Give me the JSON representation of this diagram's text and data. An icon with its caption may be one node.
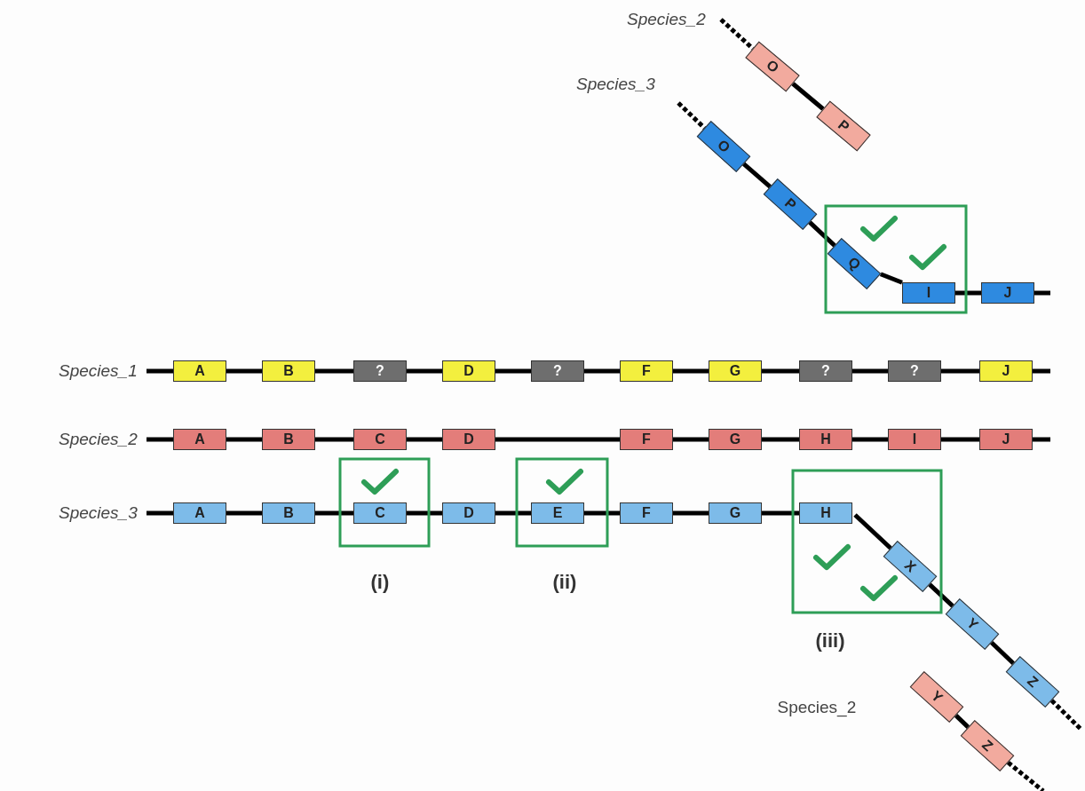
{
  "diagram": {
    "nodes": [
      {
        "text": [
          "O"
        ]
      },
      {
        "text": [
          "P"
        ]
      },
      {
        "text": [
          "O"
        ]
      },
      {
        "text": [
          "P"
        ]
      },
      {
        "text": [
          "Q"
        ]
      },
      {
        "text": [
          "I"
        ]
      },
      {
        "text": [
          "J"
        ]
      },
      {
        "text": [
          "A"
        ]
      },
      {
        "text": [
          "B"
        ]
      },
      {
        "text": [
          "?"
        ]
      },
      {
        "text": [
          "D"
        ]
      },
      {
        "text": [
          "?"
        ]
      },
      {
        "text": [
          "F"
        ]
      },
      {
        "text": [
          "G"
        ]
      },
      {
        "text": [
          "?"
        ]
      },
      {
        "text": [
          "?"
        ]
      },
      {
        "text": [
          "J"
        ]
      },
      {
        "text": [
          "A"
        ]
      },
      {
        "text": [
          "B"
        ]
      },
      {
        "text": [
          "C"
        ]
      },
      {
        "text": [
          "D"
        ]
      },
      {
        "text": [
          "F"
        ]
      },
      {
        "text": [
          "G"
        ]
      },
      {
        "text": [
          "H"
        ]
      },
      {
        "text": [
          "I"
        ]
      },
      {
        "text": [
          "J"
        ]
      },
      {
        "text": [
          "A"
        ]
      },
      {
        "text": [
          "B"
        ]
      },
      {
        "text": [
          "C"
        ]
      },
      {
        "text": [
          "D"
        ]
      },
      {
        "text": [
          "E"
        ]
      },
      {
        "text": [
          "F"
        ]
      },
      {
        "text": [
          "G"
        ]
      },
      {
        "text": [
          "H"
        ]
      },
      {
        "text": [
          "X"
        ]
      },
      {
        "text": [
          "Y"
        ]
      },
      {
        "text": [
          "Z"
        ]
      },
      {
        "text": [
          "Y"
        ]
      },
      {
        "text": [
          "Z"
        ]
      }
    ],
    "edges": [
      {
        "from": null,
        "to": 0,
        "arrow": "none",
        "style": "dashed"
      },
      {
        "from": 0,
        "to": 1,
        "arrow": "none"
      },
      {
        "from": null,
        "to": 2,
        "arrow": "none",
        "style": "dashed"
      },
      {
        "from": 2,
        "to": 3,
        "arrow": "none"
      },
      {
        "from": 3,
        "to": 4,
        "arrow": "none"
      },
      {
        "from": 4,
        "to": 5,
        "arrow": "none"
      },
      {
        "from": 5,
        "to": 6,
        "arrow": "none"
      },
      {
        "from": 6,
        "to": null,
        "arrow": "none"
      },
      {
        "from": null,
        "to": 7,
        "arrow": "none"
      },
      {
        "from": 7,
        "to": 8,
        "arrow": "none"
      },
      {
        "from": 8,
        "to": 9,
        "arrow": "none"
      },
      {
        "from": 9,
        "to": 10,
        "arrow": "none"
      },
      {
        "from": 10,
        "to": 11,
        "arrow": "none"
      },
      {
        "from": 11,
        "to": 12,
        "arrow": "none"
      },
      {
        "from": 12,
        "to": 13,
        "arrow": "none"
      },
      {
        "from": 13,
        "to": 14,
        "arrow": "none"
      },
      {
        "from": 14,
        "to": 15,
        "arrow": "none"
      },
      {
        "from": 15,
        "to": 16,
        "arrow": "none"
      },
      {
        "from": 16,
        "to": null,
        "arrow": "none"
      },
      {
        "from": null,
        "to": 17,
        "arrow": "none"
      },
      {
        "from": 17,
        "to": 18,
        "arrow": "none"
      },
      {
        "from": 18,
        "to": 19,
        "arrow": "none"
      },
      {
        "from": 19,
        "to": 20,
        "arrow": "none"
      },
      {
        "from": 20,
        "to": 21,
        "arrow": "none"
      },
      {
        "from": 21,
        "to": 22,
        "arrow": "none"
      },
      {
        "from": 22,
        "to": 23,
        "arrow": "none"
      },
      {
        "from": 23,
        "to": 24,
        "arrow": "none"
      },
      {
        "from": 24,
        "to": 25,
        "arrow": "none"
      },
      {
        "from": 25,
        "to": null,
        "arrow": "none"
      },
      {
        "from": null,
        "to": 26,
        "arrow": "none"
      },
      {
        "from": 26,
        "to": 27,
        "arrow": "none"
      },
      {
        "from": 27,
        "to": 28,
        "arrow": "none"
      },
      {
        "from": 28,
        "to": 29,
        "arrow": "none"
      },
      {
        "from": 29,
        "to": 30,
        "arrow": "none"
      },
      {
        "from": 30,
        "to": 31,
        "arrow": "none"
      },
      {
        "from": 31,
        "to": 32,
        "arrow": "none"
      },
      {
        "from": 32,
        "to": 33,
        "arrow": "none"
      },
      {
        "from": 33,
        "to": 34,
        "arrow": "none"
      },
      {
        "from": 34,
        "to": 35,
        "arrow": "none"
      },
      {
        "from": 35,
        "to": 36,
        "arrow": "none"
      },
      {
        "from": 36,
        "to": null,
        "arrow": "none",
        "style": "dashed"
      },
      {
        "from": 37,
        "to": 38,
        "arrow": "none"
      },
      {
        "from": 38,
        "to": null,
        "arrow": "none",
        "style": "dashed"
      }
    ],
    "labels": [
      "Species_2",
      "Species_3",
      "Species_1",
      "Species_2",
      "Species_3",
      "(i)",
      "(ii)",
      "(iii)",
      "Species_2"
    ]
  }
}
